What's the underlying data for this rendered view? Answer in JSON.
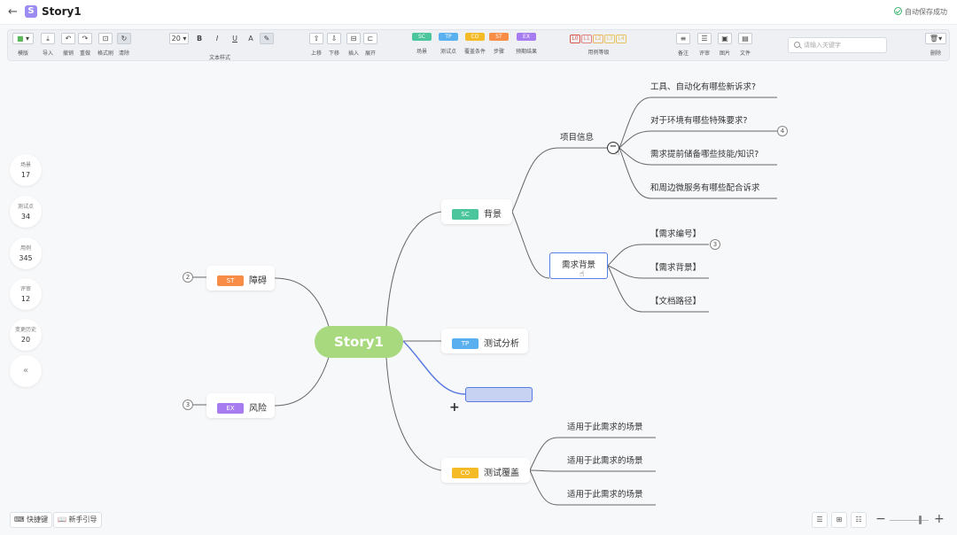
{
  "titlebar": {
    "back_icon": "←",
    "doc_badge": "S",
    "title": "Story1",
    "save_status": "自动保存成功"
  },
  "toolbar": {
    "style_label": "模版",
    "import_label": "导入",
    "undo_label": "撤销",
    "redo_label": "重做",
    "format_brush_label": "格式刷",
    "clear_label": "清除",
    "font_size": "20",
    "text_style_label": "文本样式",
    "move_up_label": "上移",
    "move_down_label": "下移",
    "insert_label": "插入",
    "expand_label": "展开",
    "tags": [
      {
        "code": "SC",
        "label": "场景",
        "color": "#4bc59b"
      },
      {
        "code": "TP",
        "label": "测试点",
        "color": "#5ab0ee"
      },
      {
        "code": "CO",
        "label": "覆盖条件",
        "color": "#f5bb27"
      },
      {
        "code": "ST",
        "label": "步骤",
        "color": "#f78d46"
      },
      {
        "code": "EX",
        "label": "预期结果",
        "color": "#a67cf0"
      }
    ],
    "priorities": [
      {
        "code": "L0",
        "color": "#d9534f"
      },
      {
        "code": "L1",
        "color": "#e38080"
      },
      {
        "code": "L2",
        "color": "#eab35d"
      },
      {
        "code": "L3",
        "color": "#e9c45d"
      },
      {
        "code": "L4",
        "color": "#e6c35c"
      }
    ],
    "priority_label": "用例等级",
    "note_label": "备注",
    "review_label": "评审",
    "image_label": "图片",
    "file_label": "文件",
    "search_placeholder": "请输入关键字",
    "delete_label": "删除"
  },
  "stats": [
    {
      "label": "场景",
      "value": "17"
    },
    {
      "label": "测试点",
      "value": "34"
    },
    {
      "label": "用例",
      "value": "345"
    },
    {
      "label": "评审",
      "value": "12"
    },
    {
      "label": "变更历史",
      "value": "20"
    }
  ],
  "collapse_sidebar": "«",
  "mindmap": {
    "root": "Story1",
    "sc_node": {
      "tag": "SC",
      "label": "背景"
    },
    "tp_node": {
      "tag": "TP",
      "label": "测试分析"
    },
    "co_node": {
      "tag": "CO",
      "label": "测试覆盖"
    },
    "st_node": {
      "tag": "ST",
      "label": "障碍",
      "count": "2"
    },
    "ex_node": {
      "tag": "EX",
      "label": "风险",
      "count": "3"
    },
    "project_info": "项目信息",
    "project_info_count": "4",
    "project_info_children": [
      "工具、自动化有哪些新诉求?",
      "对于环境有哪些特殊要求?",
      "需求提前储备哪些技能/知识?",
      "和周边微服务有哪些配合诉求"
    ],
    "req_background": "需求背景",
    "req_background_count": "3",
    "req_background_children": [
      "【需求编号】",
      "【需求背景】",
      "【文档路径】"
    ],
    "co_children": [
      "适用于此需求的场景",
      "适用于此需求的场景",
      "适用于此需求的场景"
    ],
    "collapse_toggle": "−",
    "plus_marker": "+"
  },
  "bottom": {
    "shortcuts_label": "快捷键",
    "guide_label": "新手引导",
    "view_icons": [
      "☰",
      "⊞",
      "☷"
    ],
    "zoom_out": "−",
    "zoom_in": "+",
    "zoom_level": 0.78
  }
}
